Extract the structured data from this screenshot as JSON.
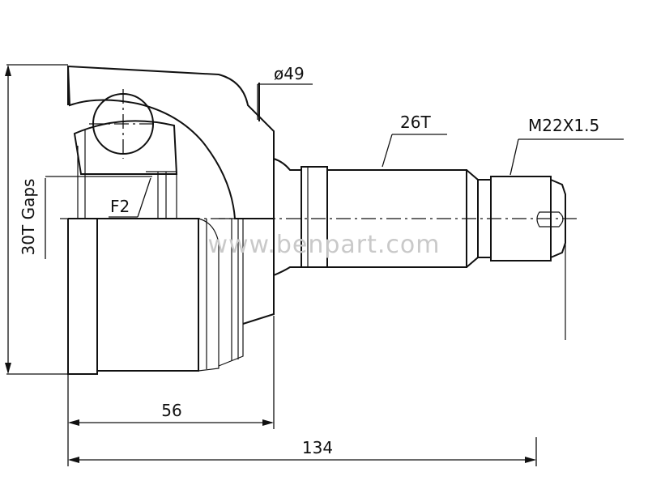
{
  "labels": {
    "shaft_diameter": "ø49",
    "spline_teeth": "26T",
    "thread": "M22X1.5",
    "abs_teeth": "30T Gaps",
    "outer_diameter": "",
    "seal_code": "F2",
    "length_housing": "56",
    "length_total": "134",
    "watermark": "www.benpart.com"
  }
}
